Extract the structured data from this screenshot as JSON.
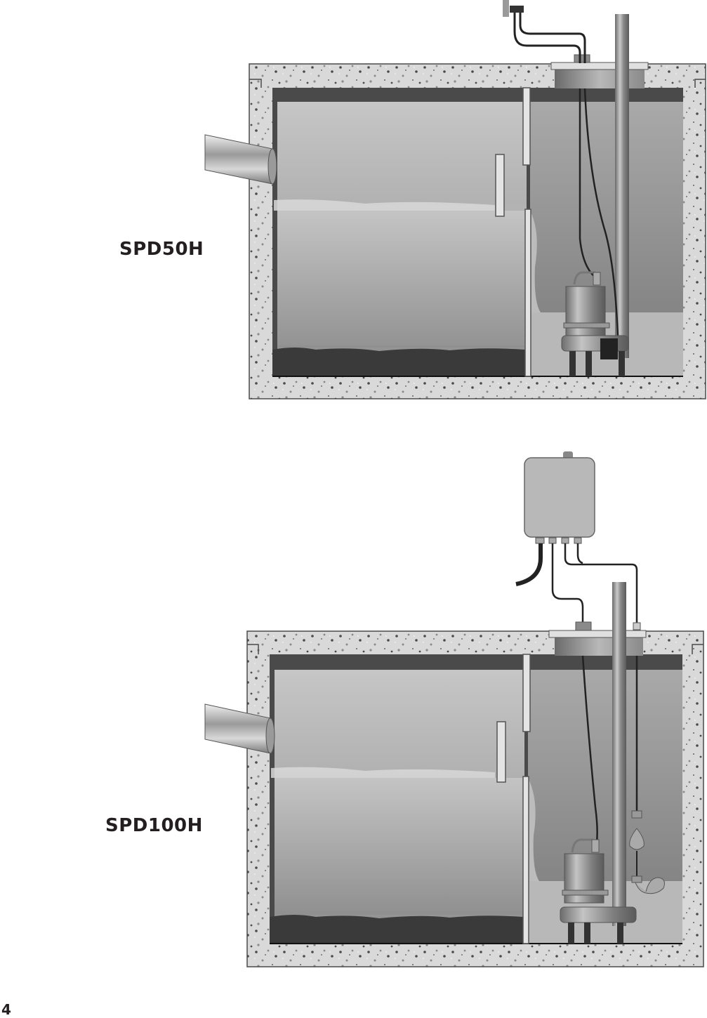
{
  "page": {
    "number": "4",
    "background": "#ffffff"
  },
  "diagrams": [
    {
      "model": "SPD50H",
      "components": [
        "concrete-basin",
        "inlet-pipe",
        "baffle-wall",
        "grinder-pump",
        "discharge-pipe",
        "power-cord",
        "wall-plug",
        "float-switch-piggyback"
      ]
    },
    {
      "model": "SPD100H",
      "components": [
        "concrete-basin",
        "inlet-pipe",
        "baffle-wall",
        "grinder-pump",
        "discharge-pipe",
        "control-panel",
        "power-cord",
        "float-switches"
      ]
    }
  ],
  "colors": {
    "concrete": "#d9d9d9",
    "concrete_outline": "#4a4a4a",
    "cavity_dark": "#4a4a4a",
    "liquid_light": "#bdbdbd",
    "sludge": "#3a3a3a",
    "text": "#231f20"
  }
}
